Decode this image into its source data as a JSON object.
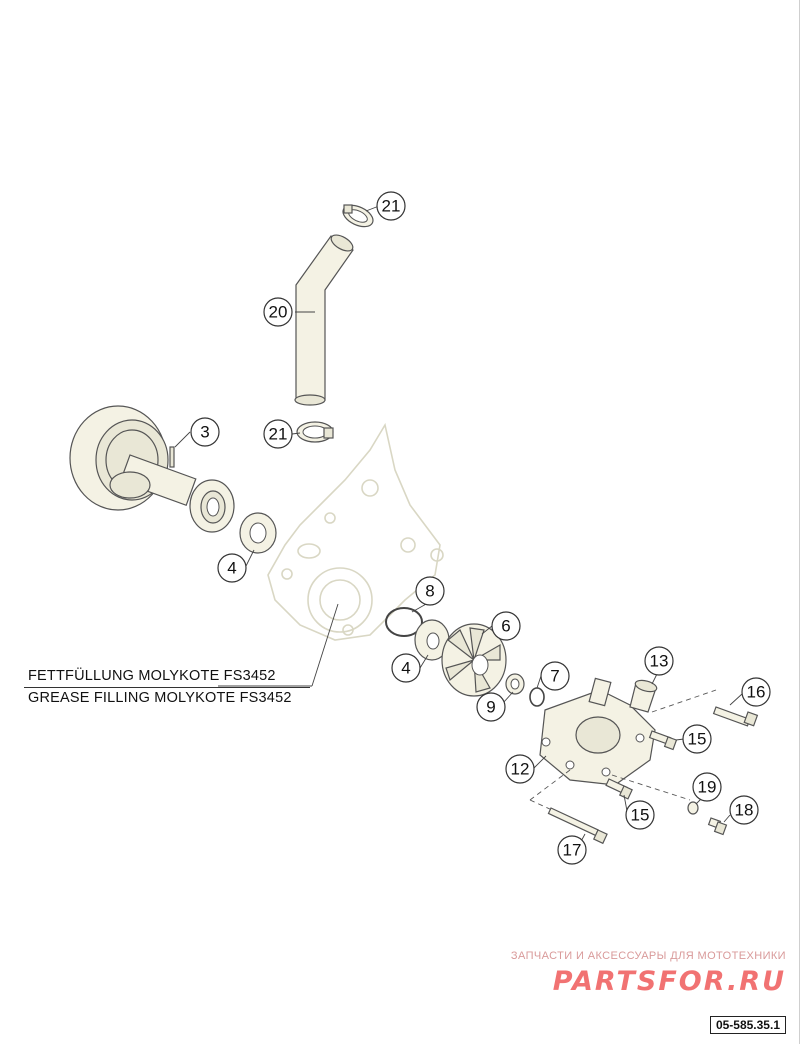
{
  "callouts": {
    "c3": "3",
    "c4a": "4",
    "c4b": "4",
    "c6": "6",
    "c7": "7",
    "c8": "8",
    "c9": "9",
    "c12": "12",
    "c13": "13",
    "c15a": "15",
    "c15b": "15",
    "c16": "16",
    "c17": "17",
    "c18": "18",
    "c19": "19",
    "c20": "20",
    "c21a": "21",
    "c21b": "21"
  },
  "notes": {
    "de": "FETTFÜLLUNG MOLYKOTE FS3452",
    "en": "GREASE FILLING MOLYKOTE FS3452"
  },
  "watermark": {
    "tagline": "ЗАПЧАСТИ И АКСЕССУАРЫ ДЛЯ МОТОТЕХНИКИ",
    "logo": "PARTSFOR.RU",
    "color": "#ee4f4f"
  },
  "diagram_code": "05-585.35.1"
}
